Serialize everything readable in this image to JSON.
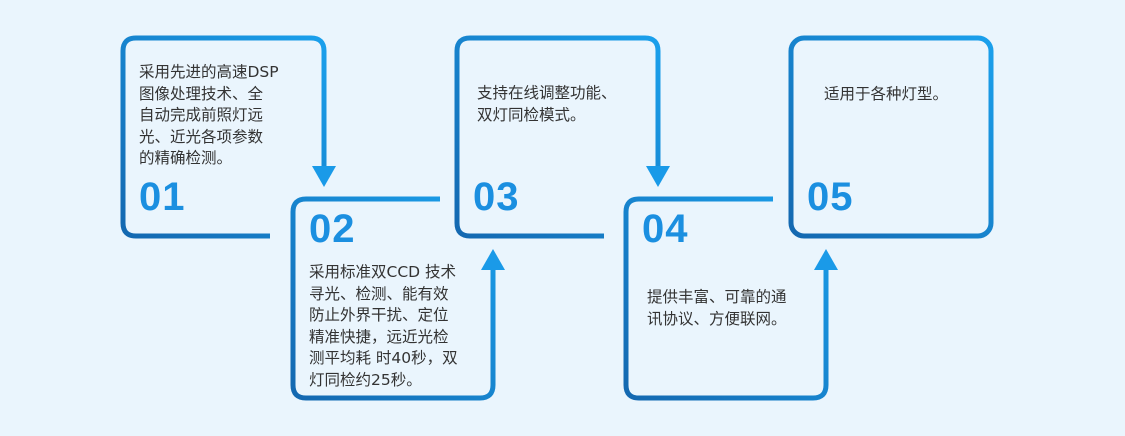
{
  "colors": {
    "border_dark": "#1468b0",
    "border_light": "#1aa0ec",
    "number": "#1b8fe0",
    "text": "#333333",
    "background": "#eaf5fd"
  },
  "steps": [
    {
      "number": "01",
      "lines": [
        "采用先进的高速DSP",
        "图像处理技术、全",
        "自动完成前照灯远",
        "光、近光各项参数",
        "的精确检测。"
      ]
    },
    {
      "number": "02",
      "lines": [
        "采用标准双CCD 技术",
        "寻光、检测、能有效",
        "防止外界干扰、定位",
        "精准快捷，远近光检",
        "测平均耗 时40秒，双",
        "灯同检约25秒。"
      ]
    },
    {
      "number": "03",
      "lines": [
        "支持在线调整功能、",
        "双灯同检模式。"
      ]
    },
    {
      "number": "04",
      "lines": [
        "提供丰富、可靠的通",
        "讯协议、方便联网。"
      ]
    },
    {
      "number": "05",
      "lines": [
        "适用于各种灯型。"
      ]
    }
  ]
}
